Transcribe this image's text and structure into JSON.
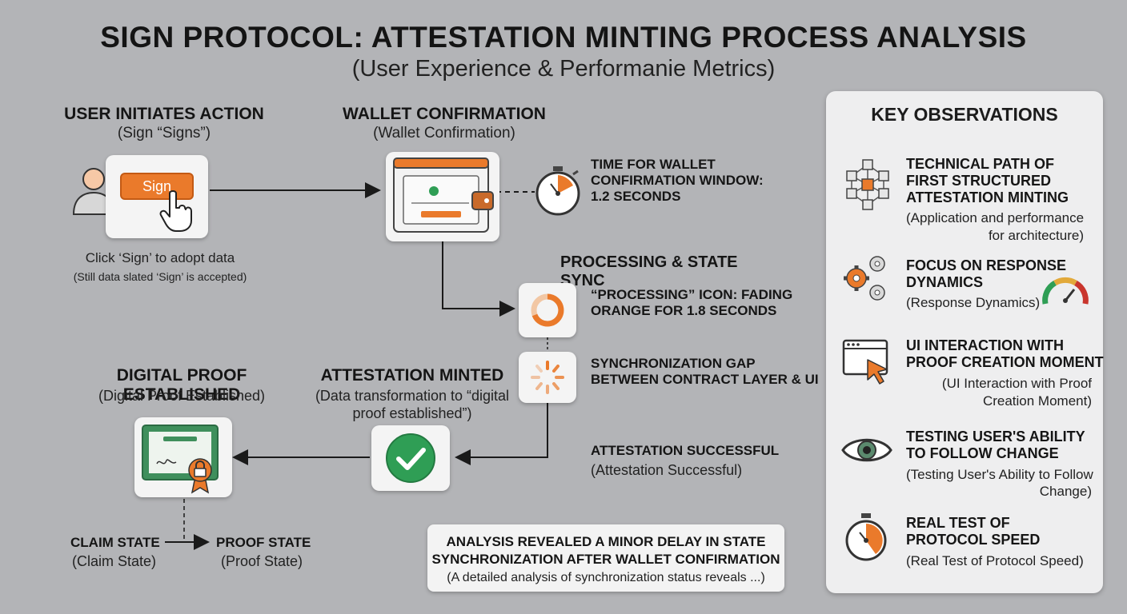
{
  "title": "SIGN PROTOCOL: ATTESTATION MINTING PROCESS ANALYSIS",
  "subtitle": "(User Experience & Performanie Metrics)",
  "steps": {
    "user_action": {
      "heading": "USER INITIATES ACTION",
      "sub": "(Sign “Signs”)",
      "button_label": "Sign",
      "caption1": "Click ‘Sign’ to adopt data",
      "caption2": "(Still data slated ‘Sign’ is accepted)"
    },
    "wallet": {
      "heading": "WALLET CONFIRMATION",
      "sub": "(Wallet Confirmation)"
    },
    "timer_note": {
      "line1": "TIME FOR WALLET",
      "line2": "CONFIRMATION WINDOW:",
      "line3": "1.2 SECONDS"
    },
    "processing": {
      "heading": "PROCESSING & STATE SYNC",
      "icon_note1": "“PROCESSING” ICON: FADING",
      "icon_note2": "ORANGE FOR 1.8 SECONDS",
      "gap_note1": "SYNCHRONIZATION GAP",
      "gap_note2": "BETWEEN CONTRACT LAYER & UI"
    },
    "minted": {
      "heading": "ATTESTATION MINTED",
      "sub1": "(Data transformation to “digital",
      "sub2": "proof established”)"
    },
    "success": {
      "heading": "ATTESTATION SUCCESSFUL",
      "sub": "(Attestation Successful)"
    },
    "proof": {
      "heading": "DIGITAL PROOF ESTABLISHED",
      "sub": "(Digital Proof Established)"
    },
    "claim_state": {
      "heading": "CLAIM STATE",
      "sub": "(Claim State)"
    },
    "proof_state": {
      "heading": "PROOF STATE",
      "sub": "(Proof State)"
    }
  },
  "note_box": {
    "line1": "ANALYSIS REVEALED A MINOR DELAY IN STATE",
    "line2": "SYNCHRONIZATION AFTER WALLET CONFIRMATION",
    "line3": "(A detailed analysis of synchronization status reveals ...)"
  },
  "observations": {
    "title": "KEY OBSERVATIONS",
    "items": [
      {
        "icon": "network-cubes-icon",
        "h": [
          "TECHNICAL PATH OF",
          "FIRST STRUCTURED",
          "ATTESTATION MINTING"
        ],
        "s": [
          "(Application and performance",
          "for architecture)"
        ]
      },
      {
        "icon": "gears-icon",
        "h": [
          "FOCUS ON RESPONSE",
          "DYNAMICS"
        ],
        "s": [
          "(Response Dynamics)"
        ]
      },
      {
        "icon": "browser-cursor-icon",
        "h": [
          "UI INTERACTION WITH",
          "PROOF CREATION MOMENT"
        ],
        "s": [
          "(UI Interaction with Proof",
          "Creation Moment)"
        ]
      },
      {
        "icon": "eye-icon",
        "h": [
          "TESTING USER'S ABILITY",
          "TO FOLLOW CHANGE"
        ],
        "s": [
          "(Testing User's Ability to Follow",
          "Change)"
        ]
      },
      {
        "icon": "stopwatch-icon",
        "h": [
          "REAL TEST OF",
          "PROTOCOL SPEED"
        ],
        "s": [
          "(Real Test of Protocol Speed)"
        ]
      }
    ]
  },
  "colors": {
    "background": "#b3b4b7",
    "accent_orange": "#ea7a2b",
    "success_green": "#2f9e55",
    "certificate_green": "#3f8f5c"
  }
}
